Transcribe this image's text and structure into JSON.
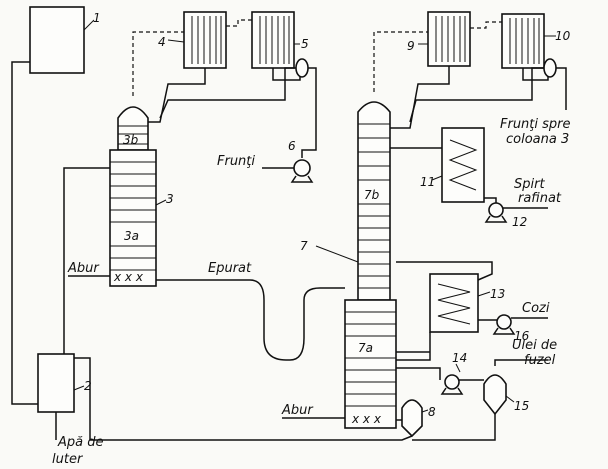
{
  "numbers": {
    "n1": "1",
    "n2": "2",
    "n3": "3",
    "n3a": "3a",
    "n3b": "3b",
    "n4": "4",
    "n5": "5",
    "n6": "6",
    "n7": "7",
    "n7a": "7a",
    "n7b": "7b",
    "n8": "8",
    "n9": "9",
    "n10": "10",
    "n11": "11",
    "n12": "12",
    "n13": "13",
    "n14": "14",
    "n15": "15",
    "n16": "16"
  },
  "labels": {
    "fronti": "Frunţi",
    "fronti_spre_1": "Frunţi spre",
    "fronti_spre_2": "coloana 3",
    "spirt_1": "Spirt",
    "spirt_2": "rafinat",
    "abur_left": "Abur",
    "abur_bottom": "Abur",
    "epurat": "Epurat",
    "cozi": "Cozi",
    "ulei_1": "Ulei de",
    "ulei_2": "fuzel",
    "apa_1": "Apă de",
    "apa_2": "luter",
    "steam_marks": "x x x"
  }
}
